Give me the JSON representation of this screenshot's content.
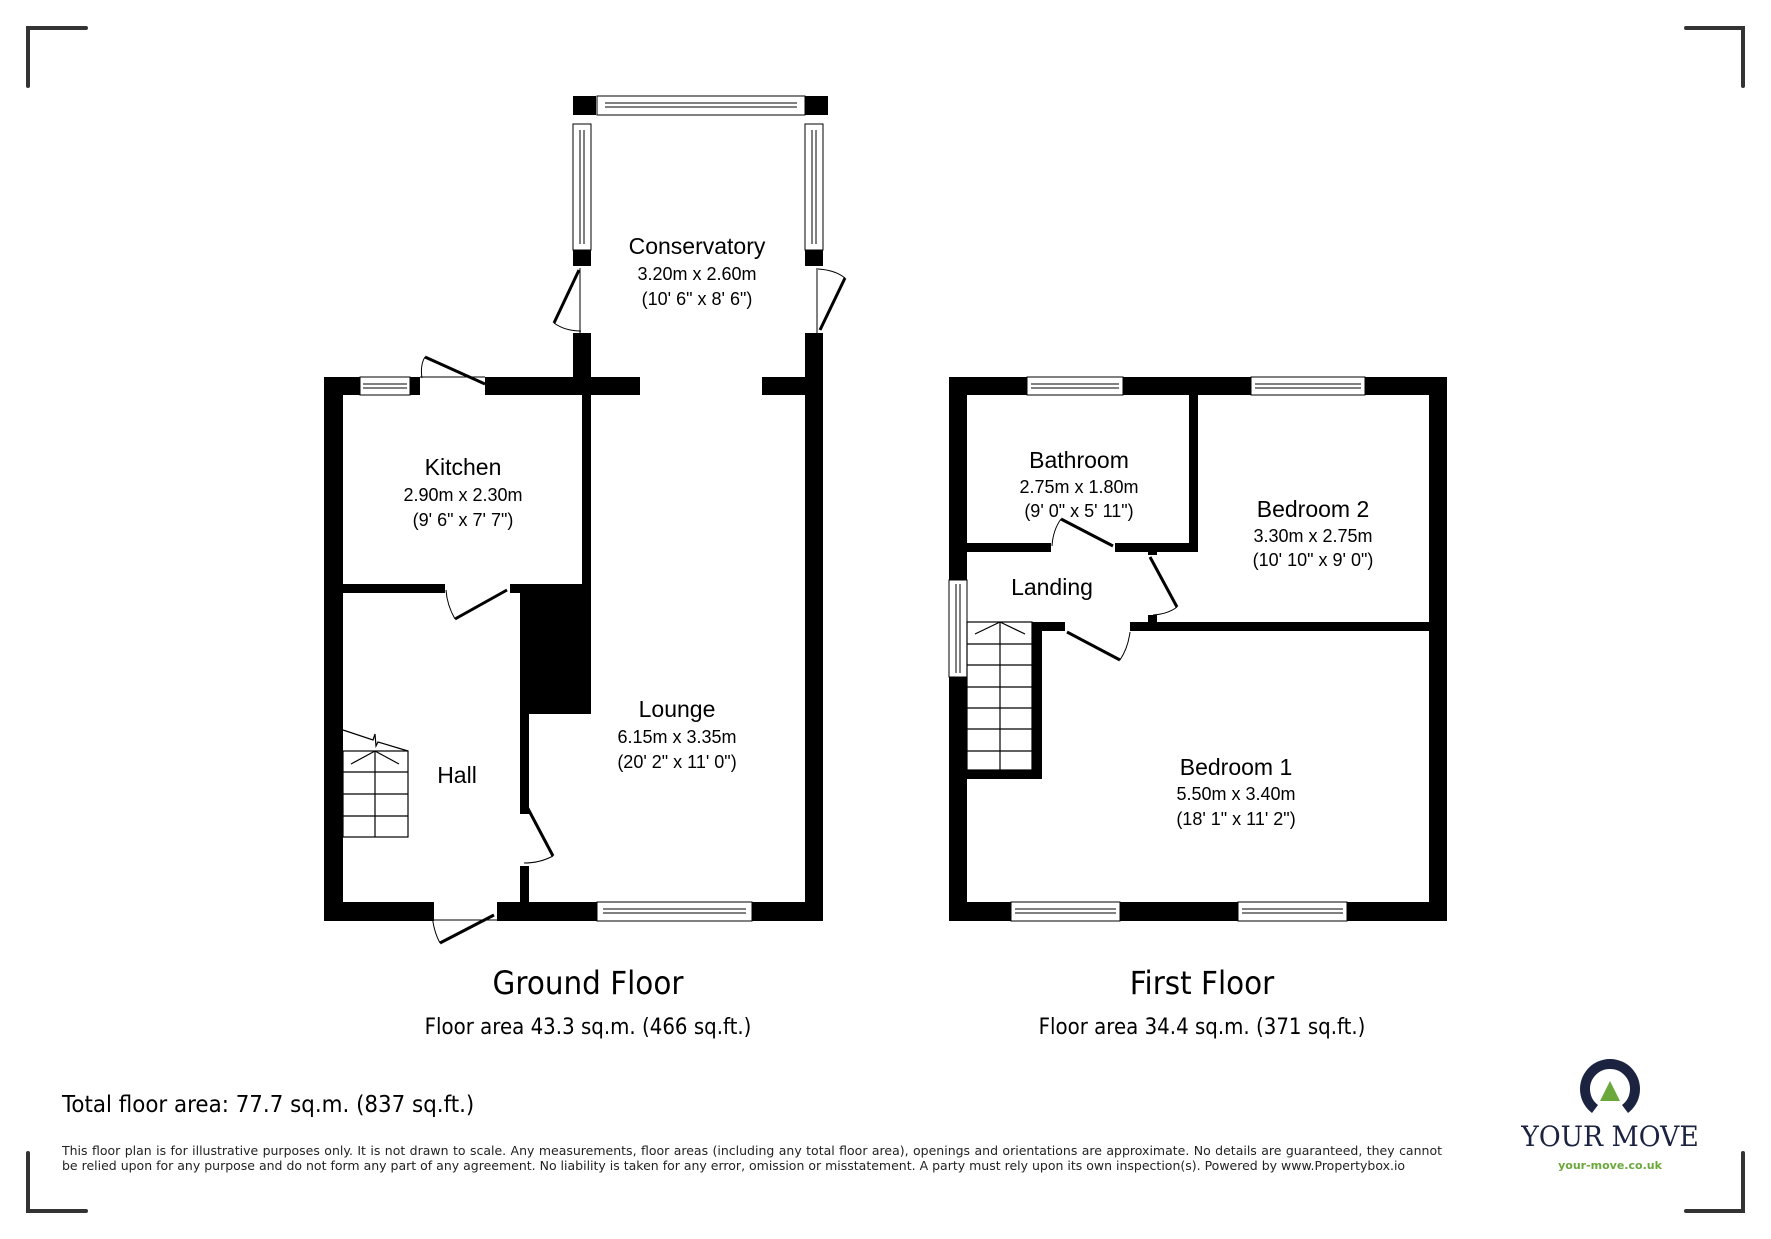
{
  "ground_floor": {
    "title": "Ground Floor",
    "area": "Floor area 43.3 sq.m. (466 sq.ft.)",
    "rooms": {
      "conservatory": {
        "name": "Conservatory",
        "metric": "3.20m x 2.60m",
        "imperial": "(10' 6\" x 8' 6\")"
      },
      "kitchen": {
        "name": "Kitchen",
        "metric": "2.90m x 2.30m",
        "imperial": "(9' 6\" x 7' 7\")"
      },
      "lounge": {
        "name": "Lounge",
        "metric": "6.15m x 3.35m",
        "imperial": "(20' 2\" x 11' 0\")"
      },
      "hall": {
        "name": "Hall"
      }
    }
  },
  "first_floor": {
    "title": "First Floor",
    "area": "Floor area 34.4 sq.m. (371 sq.ft.)",
    "rooms": {
      "bathroom": {
        "name": "Bathroom",
        "metric": "2.75m x 1.80m",
        "imperial": "(9' 0\" x 5' 11\")"
      },
      "bedroom2": {
        "name": "Bedroom 2",
        "metric": "3.30m x 2.75m",
        "imperial": "(10' 10\" x 9' 0\")"
      },
      "landing": {
        "name": "Landing"
      },
      "bedroom1": {
        "name": "Bedroom 1",
        "metric": "5.50m x 3.40m",
        "imperial": "(18' 1\" x 11' 2\")"
      }
    }
  },
  "total_area": "Total floor area: 77.7 sq.m. (837 sq.ft.)",
  "disclaimer": "This floor plan is for illustrative purposes only. It is not drawn to scale. Any measurements, floor areas (including any total floor area), openings and orientations are approximate. No details are guaranteed, they cannot be relied upon for any purpose and do not form any part of any agreement. No liability is taken for any error, omission or misstatement. A party must rely upon its own inspection(s). Powered by www.Propertybox.io",
  "logo": {
    "brand": "YOUR MOVE",
    "url": "your-move.co.uk",
    "colors": {
      "navy": "#1b2340",
      "green": "#6aa83c"
    }
  },
  "colors": {
    "wall": "#000000",
    "corner": "#333333",
    "background": "#ffffff"
  }
}
